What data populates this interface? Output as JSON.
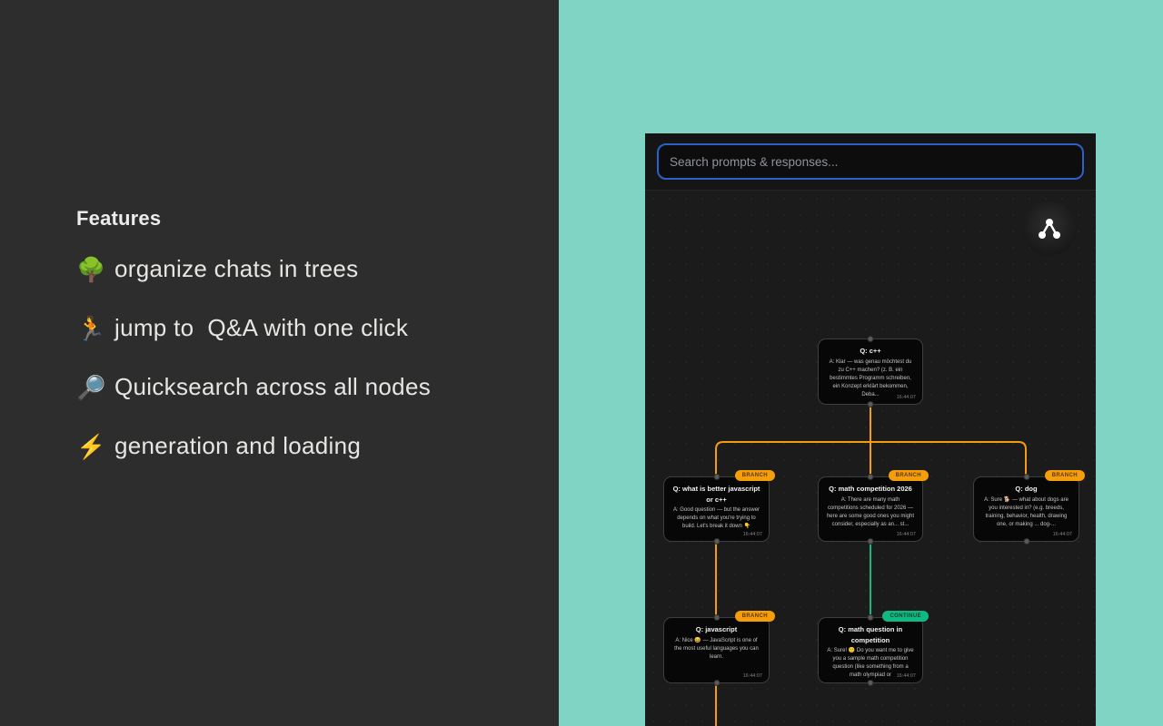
{
  "left_panel": {
    "heading": "Features",
    "features": [
      {
        "icon": "🌳",
        "text": "organize chats in trees"
      },
      {
        "icon": "🏃",
        "text": "jump to  Q&A with one click"
      },
      {
        "icon": "🔎",
        "text": "Quicksearch across all nodes"
      },
      {
        "icon": "⚡",
        "text": "generation and loading"
      }
    ]
  },
  "app": {
    "search_placeholder": "Search prompts & responses...",
    "tree_button_icon": "tree-network-icon",
    "badges": {
      "branch": "BRANCH",
      "continue": "CONTINUE"
    },
    "colors": {
      "branch": "#f59e0b",
      "continue": "#10b981",
      "edge_orange": "#f59e0b",
      "edge_green": "#10b981",
      "search_border": "#2a62c9",
      "panel_teal": "#7fd4c3"
    },
    "nodes": {
      "cpp": {
        "title": "Q: c++",
        "body": "A: Klar — was genau möchtest du zu C++ machen? (z. B. ein bestimmtes Programm schreiben, ein Konzept erklärt bekommen, Deba...",
        "time": "16:44:07"
      },
      "js_vs_cpp": {
        "title": "Q: what is better javascript or c++",
        "body": "A: Good question — but the answer depends on what you're trying to build. Let's break it down 👇",
        "time": "16:44:07",
        "badge": "BRANCH"
      },
      "math2026": {
        "title": "Q: math competition 2026",
        "body": "A: There are many math competitions scheduled for 2026 — here are some good ones you might consider, especially as an... st...",
        "time": "16:44:07",
        "badge": "BRANCH"
      },
      "dog": {
        "title": "Q: dog",
        "body": "A: Sure 🐕 — what about dogs are you interested in? (e.g. breeds, training, behavior, health, drawing one, or making ... dog-...",
        "time": "16:44:07",
        "badge": "BRANCH"
      },
      "javascript": {
        "title": "Q: javascript",
        "body": "A: Nice 😄 — JavaScript is one of the most useful languages you can learn.",
        "time": "16:44:07",
        "badge": "BRANCH"
      },
      "math_q": {
        "title": "Q: math question in competition",
        "body": "A: Sure! 🙂 Do you want me to give you a sample math competition question (like something from a math olympiad or",
        "time": "16:44:07",
        "badge": "CONTINUE"
      }
    }
  }
}
